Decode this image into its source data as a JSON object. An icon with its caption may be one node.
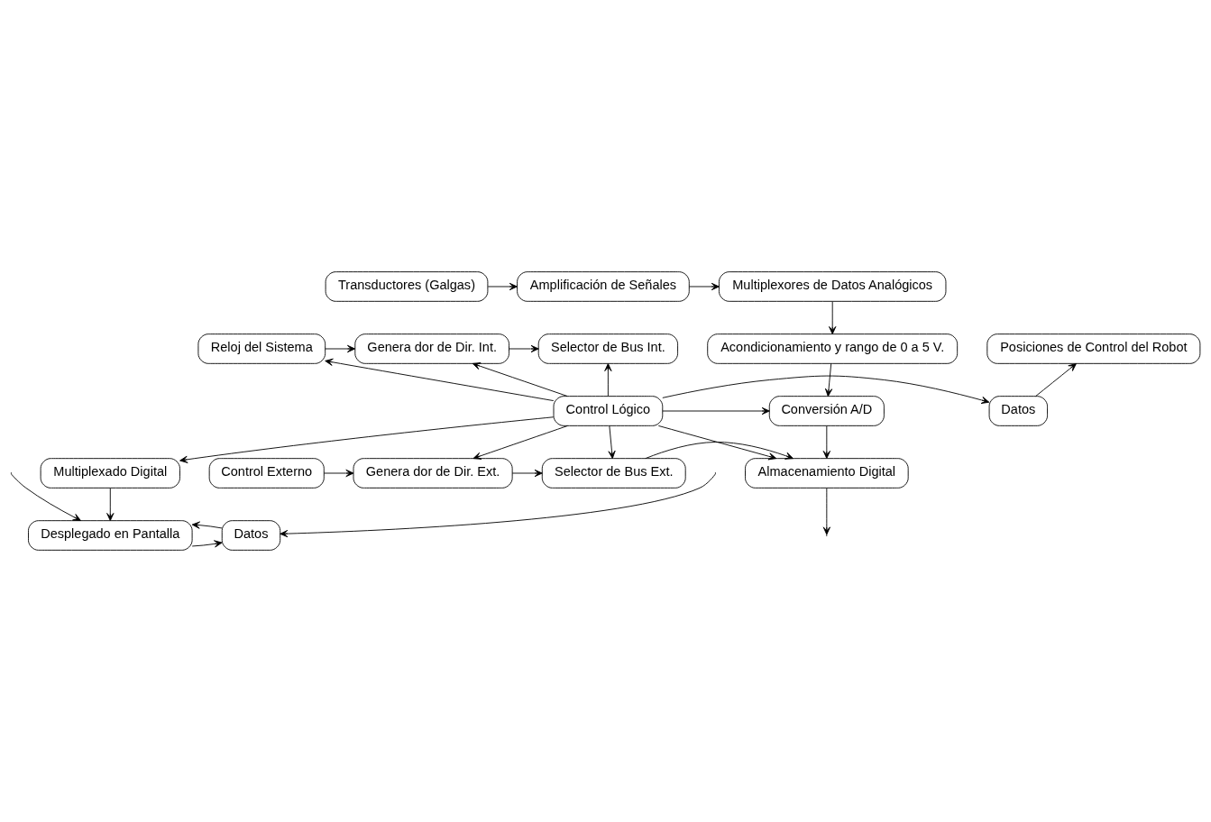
{
  "diagram": {
    "nodes": [
      {
        "text": [
          "Transductores (Galgas)"
        ]
      },
      {
        "text": [
          "Amplificación de Señales"
        ]
      },
      {
        "text": [
          "Multiplexores de Datos Analógicos"
        ]
      },
      {
        "text": [
          "Posiciones de Control del Robot"
        ]
      },
      {
        "text": [
          "Reloj del Sistema"
        ]
      },
      {
        "text": [
          "Genera dor de Dir. Int."
        ]
      },
      {
        "text": [
          "Selector de Bus Int."
        ]
      },
      {
        "text": [
          "Acondicionamiento y rango de 0 a 5 V."
        ]
      },
      {
        "text": [
          "Datos"
        ]
      },
      {
        "text": [
          "Control Lógico"
        ]
      },
      {
        "text": [
          "Conversión A/D"
        ]
      },
      {
        "text": [
          "Multiplexado Digital"
        ]
      },
      {
        "text": [
          "Control Externo"
        ]
      },
      {
        "text": [
          "Genera dor de Dir. Ext."
        ]
      },
      {
        "text": [
          "Selector de Bus Ext."
        ]
      },
      {
        "text": [
          "Almacenamiento Digital"
        ]
      },
      {
        "text": [
          "Desplegado en Pantalla"
        ]
      },
      {
        "text": [
          "Datos"
        ]
      }
    ],
    "edges": [
      {
        "from": 0,
        "to": 1,
        "arrow": "to"
      },
      {
        "from": 1,
        "to": 2,
        "arrow": "to"
      },
      {
        "from": 2,
        "to": 7,
        "arrow": "to"
      },
      {
        "from": 7,
        "to": 10,
        "arrow": "to"
      },
      {
        "from": 10,
        "to": 15,
        "arrow": "to"
      },
      {
        "from": 4,
        "to": 5,
        "arrow": "to"
      },
      {
        "from": 5,
        "to": 6,
        "arrow": "to"
      },
      {
        "from": 9,
        "to": 4,
        "arrow": "to"
      },
      {
        "from": 9,
        "to": 5,
        "arrow": "to"
      },
      {
        "from": 9,
        "to": 6,
        "arrow": "to"
      },
      {
        "from": 9,
        "to": 8,
        "arrow": "to"
      },
      {
        "from": 8,
        "to": 3,
        "arrow": "to"
      },
      {
        "from": 9,
        "to": 10,
        "arrow": "to"
      },
      {
        "from": 9,
        "to": 11,
        "arrow": "to"
      },
      {
        "from": 9,
        "to": 13,
        "arrow": "to"
      },
      {
        "from": 9,
        "to": 14,
        "arrow": "to"
      },
      {
        "from": 9,
        "to": 15,
        "arrow": "to"
      },
      {
        "from": 12,
        "to": 13,
        "arrow": "to"
      },
      {
        "from": 13,
        "to": 14,
        "arrow": "to"
      },
      {
        "from": 14,
        "to": 15,
        "arrow": "to"
      },
      {
        "from": 11,
        "to": 16,
        "arrow": "to"
      },
      {
        "from": null,
        "to": 16,
        "arrow": "to"
      },
      {
        "from": 16,
        "to": 17,
        "arrow": "to"
      },
      {
        "from": 17,
        "to": 16,
        "arrow": "to"
      },
      {
        "from": 15,
        "to": null,
        "arrow": "to"
      },
      {
        "from": null,
        "to": 17,
        "arrow": "to"
      }
    ]
  }
}
